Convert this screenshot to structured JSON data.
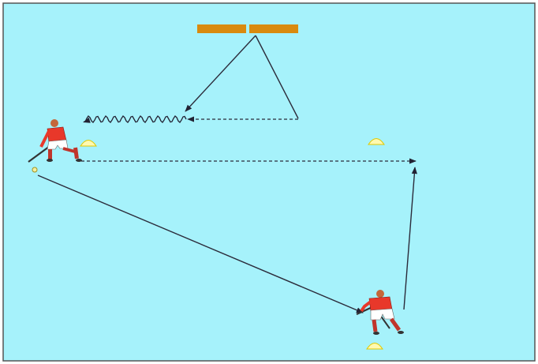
{
  "diagram": {
    "type": "field-hockey-drill",
    "colors": {
      "field": "#a6f2fb",
      "border": "#555555",
      "goal_board": "#d98a0e",
      "cone": "#fff9b0",
      "cone_outline": "#e0c800",
      "jersey": "#e8382a",
      "shorts": "#ffffff",
      "socks": "#c0352b",
      "pass_line": "#2b2b3a",
      "run_line": "#222233",
      "ball": "#f4f0a0"
    },
    "elements": {
      "goal_boards": 2,
      "cones": 3,
      "players": 2,
      "balls": 1,
      "straight_arrows": 4,
      "dribble_arrows": 2,
      "dashed_arrows": 2
    }
  }
}
